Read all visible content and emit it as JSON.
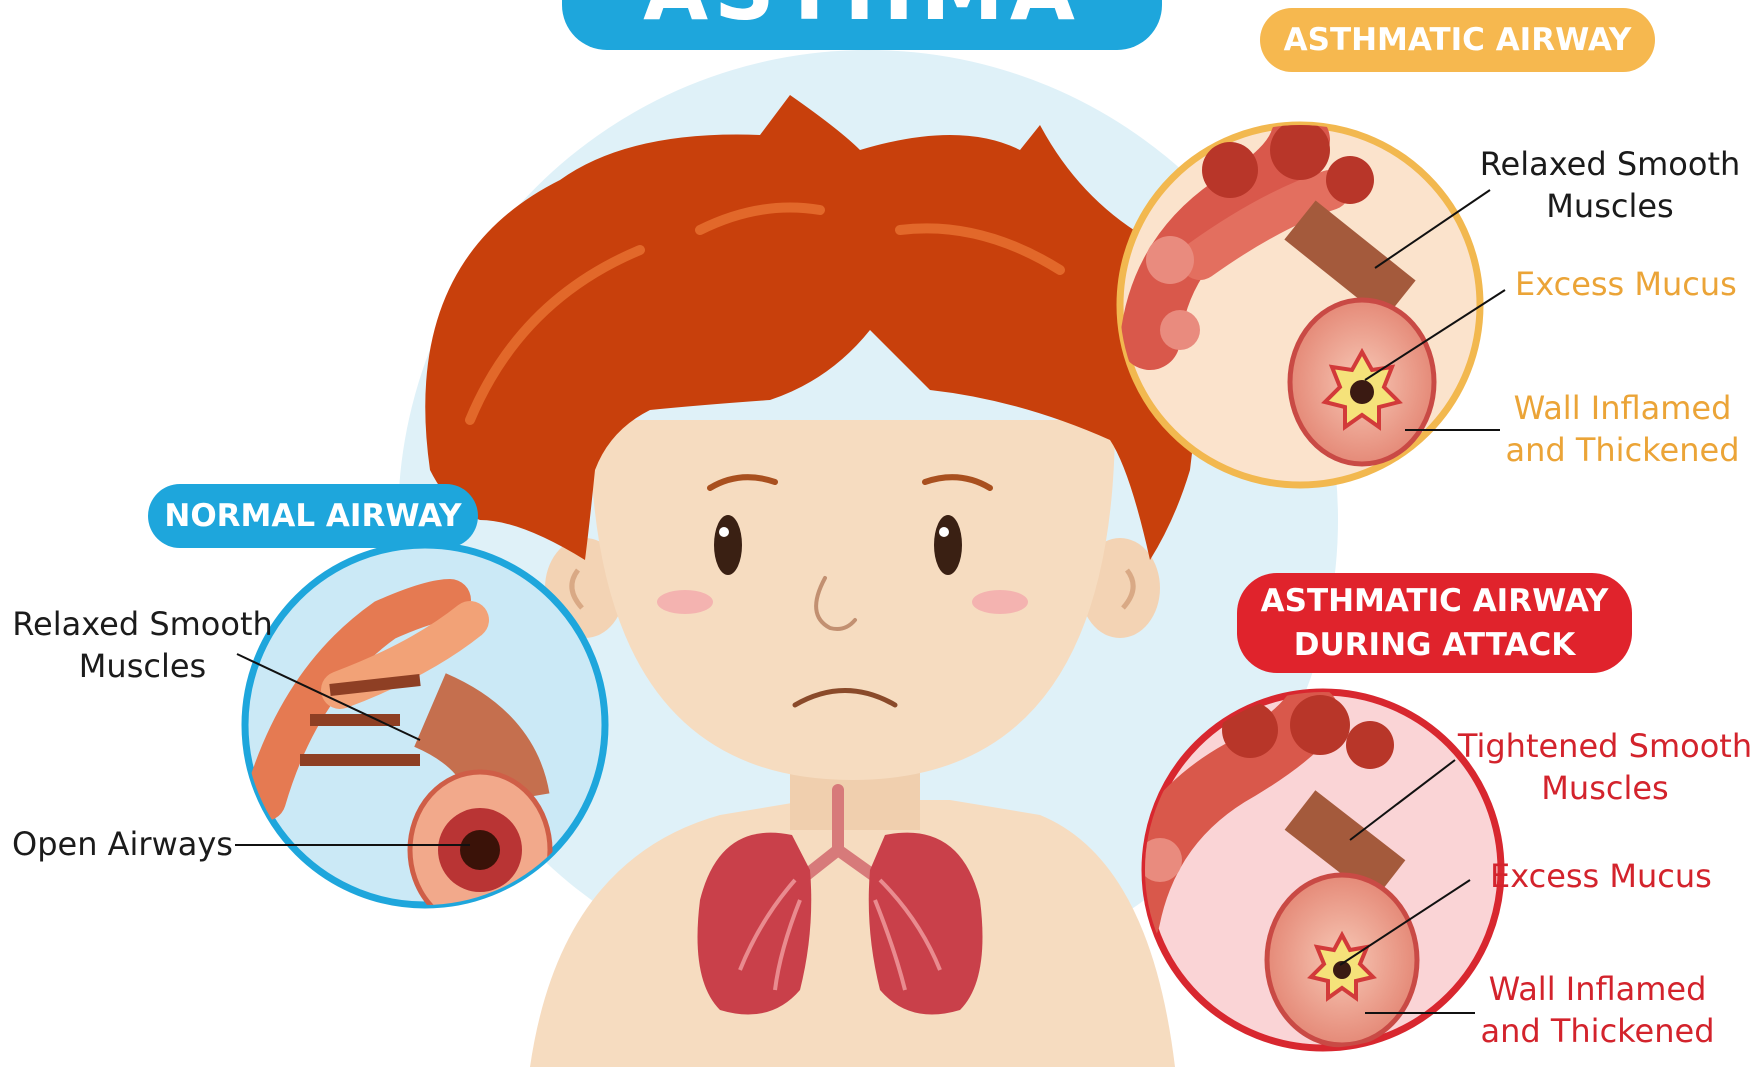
{
  "title": "ASTHMA",
  "panels": {
    "asthmatic": {
      "heading": "ASTHMATIC AIRWAY",
      "labels": {
        "muscles_line1": "Relaxed Smooth",
        "muscles_line2": "Muscles",
        "mucus": "Excess Mucus",
        "wall_line1": "Wall Inflamed",
        "wall_line2": "and Thickened"
      }
    },
    "normal": {
      "heading": "NORMAL AIRWAY",
      "labels": {
        "muscles_line1": "Relaxed Smooth",
        "muscles_line2": "Muscles",
        "open": "Open Airways"
      }
    },
    "attack": {
      "heading_line1": "ASTHMATIC AIRWAY",
      "heading_line2": "DURING ATTACK",
      "labels": {
        "muscles_line1": "Tightened Smooth",
        "muscles_line2": "Muscles",
        "mucus": "Excess Mucus",
        "wall_line1": "Wall Inflamed",
        "wall_line2": "and Thickened"
      }
    }
  },
  "colors": {
    "blue": "#1ea6dc",
    "orange": "#f6b84f",
    "red": "#e0232c",
    "hair": "#c8400c",
    "skin": "#f6dcc0",
    "lung": "#c9404a"
  }
}
